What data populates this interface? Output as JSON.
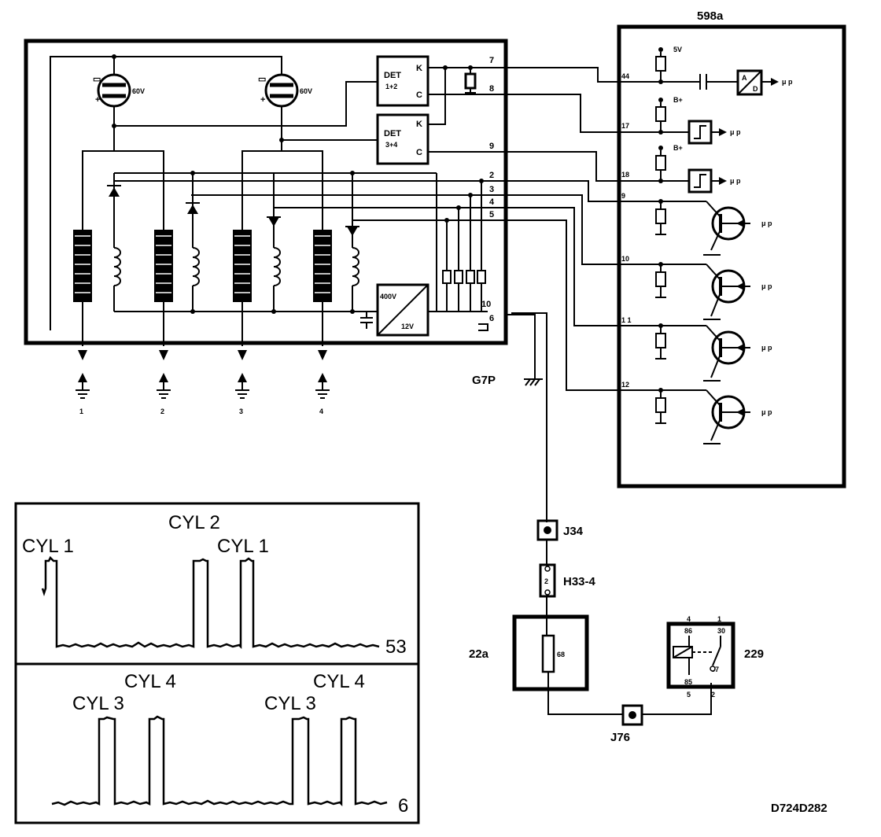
{
  "labels": {
    "module_598a": "598a",
    "module_22a": "22a",
    "relay_229": "229",
    "ground_g7p": "G7P",
    "conn_j34": "J34",
    "conn_h33": "H33-4",
    "conn_j76": "J76",
    "doc_code": "D724D282",
    "cap_voltage_1": "60V",
    "cap_voltage_2": "60V",
    "det12": "DET",
    "det12b": "1+2",
    "det34": "DET",
    "det34b": "3+4",
    "det_k": "K",
    "det_c": "C",
    "conv_in": "400V",
    "conv_out": "12V",
    "v5": "5V",
    "bplus": "B+",
    "mu_p": "μ p",
    "adc_a": "A",
    "adc_d": "D",
    "fuse_68": "68",
    "h33_pin": "2"
  },
  "spark_outputs": [
    "1",
    "2",
    "3",
    "4"
  ],
  "module_pins": [
    "7",
    "8",
    "9",
    "2",
    "3",
    "4",
    "5",
    "10",
    "6"
  ],
  "ecu_pins": [
    "44",
    "17",
    "18",
    "9",
    "10",
    "1 1",
    "12"
  ],
  "relay_pins": {
    "p86": "86",
    "p85": "85",
    "p30": "30",
    "p87": "87",
    "t4": "4",
    "t1": "1",
    "t5": "5",
    "t2": "2"
  },
  "waveforms": {
    "top": {
      "labels": [
        "CYL 1",
        "CYL 2",
        "CYL 1"
      ],
      "number": "53"
    },
    "bottom": {
      "labels": [
        "CYL 3",
        "CYL 4",
        "CYL 3",
        "CYL 4"
      ],
      "number": "6"
    }
  }
}
